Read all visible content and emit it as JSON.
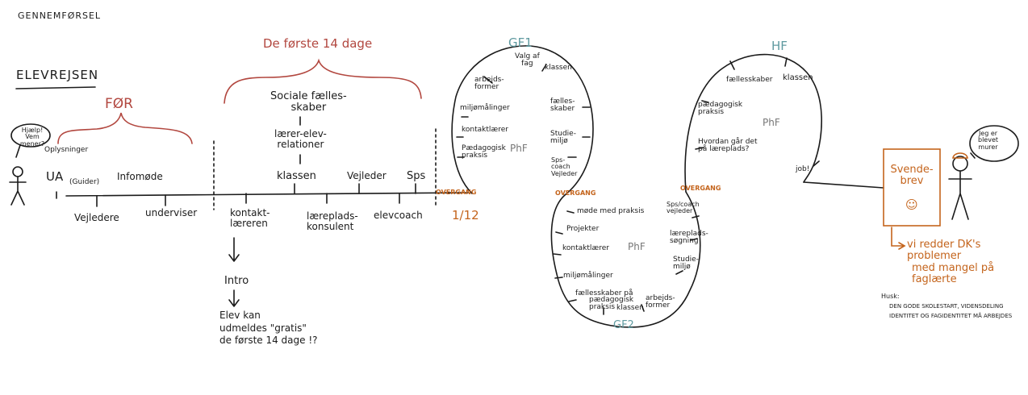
{
  "header": {
    "title": "GENNEMFØRSEL"
  },
  "section": {
    "title": "ELEVREJSEN"
  },
  "phases": {
    "for": "FØR",
    "first14": "De første 14 dage",
    "gf1": "GF1",
    "gf2": "GF2",
    "hf": "HF",
    "date": "1/12"
  },
  "student": {
    "speech": "Hjælp! Vem mener?"
  },
  "timeline_top": {
    "oplysning": "Oplysninger",
    "ua": "UA",
    "guider": "(Guider)",
    "infomode": "Infomøde",
    "social": "Sociale fælles-\nskaber",
    "laerer_elev": "lærer-elev-\nrelationer",
    "klassen": "klassen",
    "vejleder": "Vejleder",
    "sps": "Sps"
  },
  "timeline_bottom": {
    "vejledere": "Vejledere",
    "underviser": "underviser",
    "kontaktlaerer": "kontakt-\nlæreren",
    "laerepladskonsulent": "læreplads-\nkonsulent",
    "elevcoach": "elevcoach"
  },
  "intro_flow": {
    "intro": "Intro",
    "text": "Elev kan\nudmeldes \"gratis\"\nde første 14 dage !?"
  },
  "overgang": [
    "OVERGANG",
    "OVERGANG",
    "OVERGANG"
  ],
  "gf1_items": {
    "valg": "Valg af\nfag",
    "arbejdsformer": "arbejds-\nformer",
    "klassen": "klassen",
    "milomaalinger": "miljømålinger",
    "faellesskaber": "fælles-\nskaber",
    "kontaktlaerer": "kontaktlærer",
    "studiemiljo": "Studie-\nmiljø",
    "paedagogisk": "Pædagogisk\npraksis",
    "phf": "PhF",
    "spscoach": "Sps-\ncoach\nVejleder"
  },
  "gf2_items": {
    "mode": "møde med praksis",
    "projekter": "Projekter",
    "kontaktlaerer": "kontaktlærer",
    "milomaalinger": "miljømålinger",
    "faellesskaber": "fællesskaber på",
    "paedagogisk": "pædagogisk\npraksis",
    "klassen": "klassen",
    "arbejdsformer": "arbejds-\nformer",
    "phf": "PhF",
    "spscoach": "Sps/coach\nvejleder",
    "laerepladssogning": "læreplads-\nsøgning",
    "studiemiljo": "Studie-\nmiljø"
  },
  "hf_items": {
    "faellesskaber": "fællesskaber",
    "klassen": "klassen",
    "paedagogisk": "pædagogisk\npraksis",
    "phf": "PhF",
    "hvordan": "Hvordan går det\npå læreplads?",
    "job": "job!"
  },
  "certificate": {
    "text": "Svende-\nbrev",
    "smiley": "☺"
  },
  "worker": {
    "speech": "Jeg er\nblevet\nmurer"
  },
  "conclusion": {
    "line1": "vi redder DK's problemer",
    "line2": "med mangel på faglærte"
  },
  "note": {
    "label": "Husk:",
    "line1": "DEN GODE SKOLESTART, VIDENSDELING",
    "line2": "IDENTITET OG FAGIDENTITET MÅ ARBEJDES"
  },
  "colors": {
    "ink": "#1b1b1b",
    "red": "#b2473f",
    "orange": "#c4641c",
    "teal": "#5f9aa0"
  }
}
